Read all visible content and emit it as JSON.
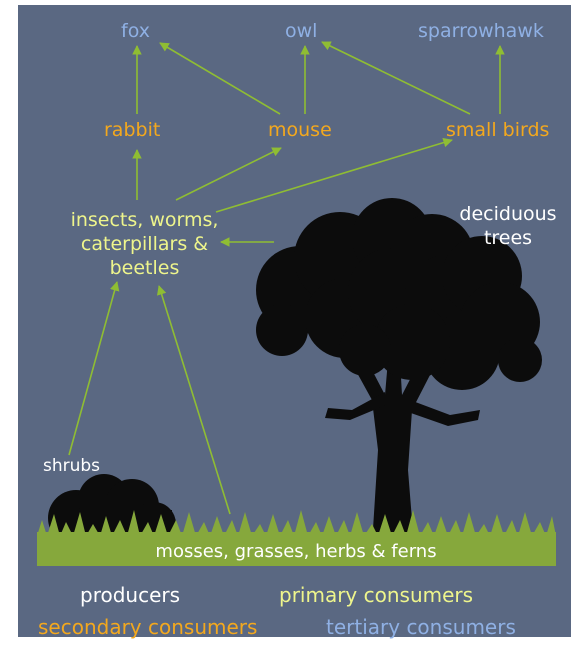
{
  "colors": {
    "background": "#5a6882",
    "arrow": "#8fbd33",
    "grass": "#86a83c",
    "silhouette": "#0c0c0c",
    "producers": "#ffffff",
    "primary_consumers": "#eef58c",
    "secondary_consumers": "#f3a81e",
    "tertiary_consumers": "#8fb0e4"
  },
  "tertiary": {
    "fox": "fox",
    "owl": "owl",
    "sparrowhawk": "sparrowhawk"
  },
  "secondary": {
    "rabbit": "rabbit",
    "mouse": "mouse",
    "small_birds": "small birds"
  },
  "primary": {
    "insects_line1": "insects, worms,",
    "insects_line2": "caterpillars &",
    "insects_line3": "beetles"
  },
  "producers": {
    "trees_line1": "deciduous",
    "trees_line2": "trees",
    "shrubs": "shrubs",
    "ground": "mosses, grasses, herbs & ferns"
  },
  "legend": {
    "producers": "producers",
    "primary": "primary consumers",
    "secondary": "secondary consumers",
    "tertiary": "tertiary consumers"
  }
}
